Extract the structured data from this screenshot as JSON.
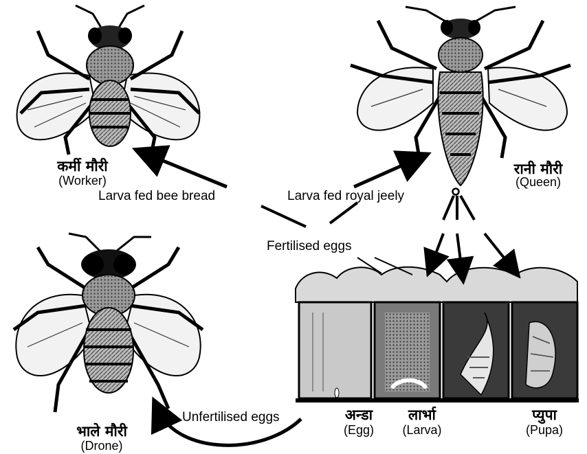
{
  "worker": {
    "label_local": "कर्मी मौरी",
    "label_en": "(Worker)"
  },
  "queen": {
    "label_local": "रानी मौरी",
    "label_en": "(Queen)"
  },
  "drone": {
    "label_local": "भाले मौरी",
    "label_en": "(Drone)"
  },
  "feeding": {
    "bee_bread": "Larva fed bee bread",
    "royal_jelly": "Larva fed royal jeely"
  },
  "eggs": {
    "fertilised": "Fertilised eggs",
    "unfertilised": "Unfertilised eggs"
  },
  "stages": [
    {
      "local": "अन्डा",
      "en": "(Egg)"
    },
    {
      "local": "लार्भा",
      "en": "(Larva)"
    },
    {
      "local": "प्युपा",
      "en": "(Pupa)"
    }
  ],
  "colors": {
    "ink": "#000000",
    "paper": "#ffffff",
    "shade": "#8a8a8a"
  }
}
